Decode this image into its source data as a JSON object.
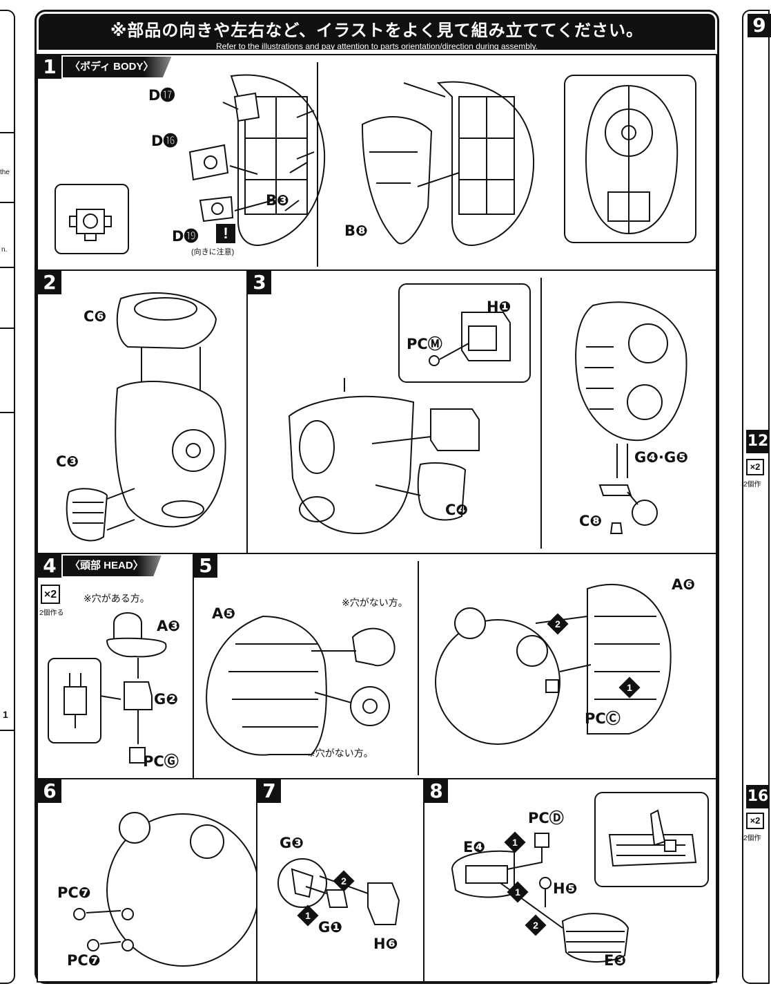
{
  "header": {
    "title_jp": "※部品の向きや左右など、イラストをよく見て組み立ててください。",
    "title_en": "Refer to the illustrations and pay attention to parts orientation/direction during assembly."
  },
  "steps": [
    {
      "num": "1",
      "title": "〈ボディ BODY〉"
    },
    {
      "num": "2"
    },
    {
      "num": "3"
    },
    {
      "num": "4",
      "title": "〈頭部 HEAD〉"
    },
    {
      "num": "5"
    },
    {
      "num": "6"
    },
    {
      "num": "7"
    },
    {
      "num": "8"
    }
  ],
  "labels": {
    "s1_d17": "D⓱",
    "s1_d16": "D⓰",
    "s1_d19": "D⓳",
    "s1_b3": "B❸",
    "s1_b8": "B❽",
    "s1_caution": "(向きに注意)",
    "s2_c6": "C❻",
    "s2_c3": "C❸",
    "s3_h1": "H❶",
    "s3_pcm": "PCⓂ",
    "s3_c4": "C❹",
    "s3_g45": "G❹·G❺",
    "s3_c8": "C❽",
    "s4_x2": "×2",
    "s4_make2": "2個作る",
    "s4_note": "※穴がある方。",
    "s4_a3": "A❸",
    "s4_g2": "G❷",
    "s4_pcg": "PCⒼ",
    "s5_a5": "A❺",
    "s5_a6": "A❻",
    "s5_note1": "※穴がない方。",
    "s5_note2": "※穴がない方。",
    "s5_pcc": "PCⒸ",
    "s6_pc7a": "PC❼",
    "s6_pc7b": "PC❼",
    "s7_g3": "G❸",
    "s7_g1": "G❶",
    "s7_h6": "H❻",
    "s8_e4": "E❹",
    "s8_pcd": "PCⒹ",
    "s8_h5": "H❺",
    "s8_e3": "E❸"
  },
  "right_edge": {
    "steps": [
      "9",
      "12",
      "16"
    ],
    "x2": "×2",
    "make2": "2個作"
  },
  "left_edge": {
    "frag1": "the",
    "frag2": "n.",
    "frag3": "1"
  }
}
